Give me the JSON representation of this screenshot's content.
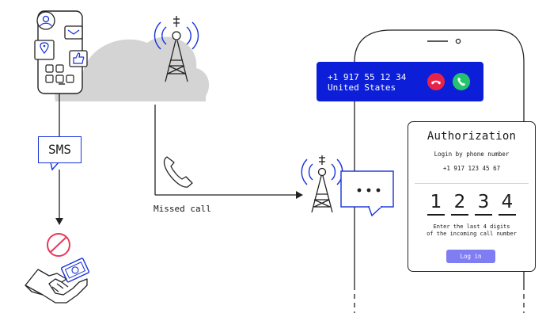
{
  "sms": {
    "label": "SMS"
  },
  "missed_call": {
    "label": "Missed call"
  },
  "incoming_call": {
    "number": "+1 917 55 12 34",
    "country": "United States"
  },
  "authorization": {
    "title": "Authorization",
    "subtitle": "Login by phone number",
    "phone": "+1 917 123 45 67",
    "digits": [
      "1",
      "2",
      "3",
      "4"
    ],
    "hint_line1": "Enter the last 4 digits",
    "hint_line2": "of the incoming call number",
    "login_button": "Log in"
  },
  "colors": {
    "accent_blue": "#0c1ed8",
    "sms_border": "#1631d9",
    "decline_red": "#e8234a",
    "accept_green": "#24c46e",
    "login_purple": "#7f7df2",
    "cloud_gray": "#d4d4d4",
    "block_sign_red": "#e63a5b",
    "line_color": "#222222"
  },
  "icons": {
    "smartphone": "smartphone-icon",
    "cloud": "cloud-icon",
    "cell_tower": "cell-tower-icon",
    "phone_handset": "phone-handset-icon",
    "chat_bubble": "chat-bubble-icon",
    "no_sign": "no-sign-icon",
    "handshake_money": "handshake-money-icon"
  }
}
